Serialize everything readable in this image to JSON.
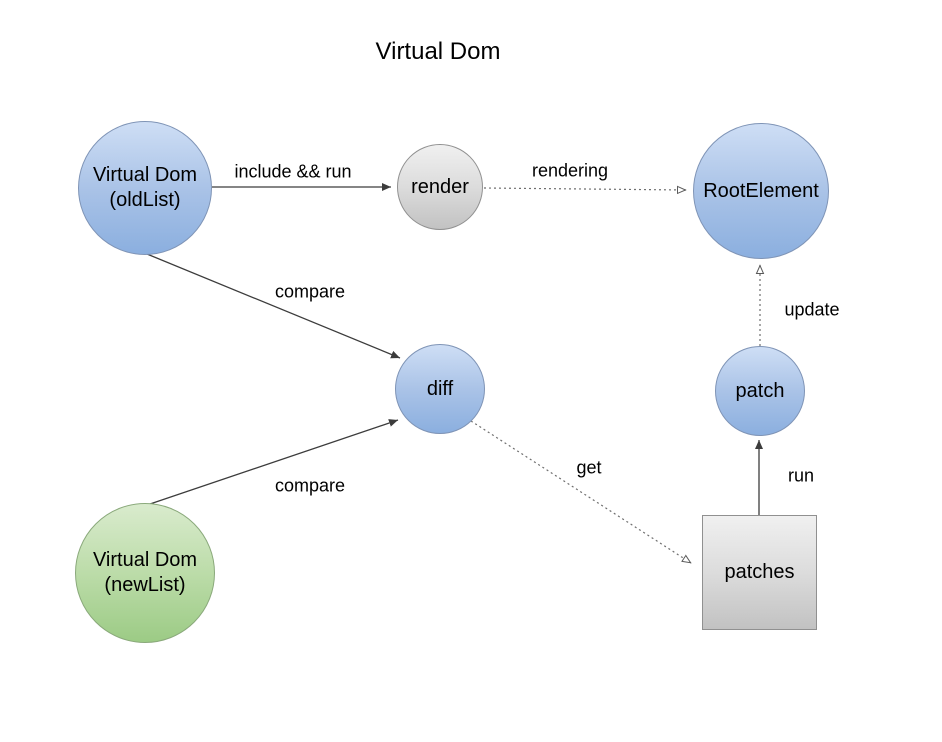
{
  "title": "Virtual Dom",
  "nodes": [
    {
      "id": "virtual-dom-oldlist",
      "label": "Virtual Dom",
      "sublabel": "(oldList)",
      "shape": "circle",
      "color": "blue"
    },
    {
      "id": "render",
      "label": "render",
      "sublabel": "",
      "shape": "circle",
      "color": "gray"
    },
    {
      "id": "root-element",
      "label": "RootElement",
      "sublabel": "",
      "shape": "circle",
      "color": "blue"
    },
    {
      "id": "diff",
      "label": "diff",
      "sublabel": "",
      "shape": "circle",
      "color": "blue"
    },
    {
      "id": "patch",
      "label": "patch",
      "sublabel": "",
      "shape": "circle",
      "color": "blue"
    },
    {
      "id": "virtual-dom-newlist",
      "label": "Virtual Dom",
      "sublabel": "(newList)",
      "shape": "circle",
      "color": "green"
    },
    {
      "id": "patches",
      "label": "patches",
      "sublabel": "",
      "shape": "square",
      "color": "gray"
    }
  ],
  "edges": [
    {
      "from": "virtual-dom-oldlist",
      "to": "render",
      "label": "include && run",
      "line": "solid",
      "arrowhead": "filled"
    },
    {
      "from": "render",
      "to": "root-element",
      "label": "rendering",
      "line": "dashed",
      "arrowhead": "open"
    },
    {
      "from": "virtual-dom-oldlist",
      "to": "diff",
      "label": "compare",
      "line": "solid",
      "arrowhead": "filled"
    },
    {
      "from": "virtual-dom-newlist",
      "to": "diff",
      "label": "compare",
      "line": "solid",
      "arrowhead": "filled"
    },
    {
      "from": "diff",
      "to": "patches",
      "label": "get",
      "line": "dashed",
      "arrowhead": "open"
    },
    {
      "from": "patches",
      "to": "patch",
      "label": "run",
      "line": "solid",
      "arrowhead": "filled"
    },
    {
      "from": "patch",
      "to": "root-element",
      "label": "update",
      "line": "dashed",
      "arrowhead": "open"
    }
  ],
  "colors": {
    "node_blue_top": "#cedef5",
    "node_blue_bottom": "#8bafdf",
    "node_green_top": "#d9ebcd",
    "node_green_bottom": "#9ccb85",
    "node_gray_top": "#f0f0f0",
    "node_gray_bottom": "#c2c2c2",
    "edge_solid": "#3c3c3c",
    "edge_dashed": "#6e6e6e",
    "text": "#000000",
    "background": "#ffffff"
  }
}
